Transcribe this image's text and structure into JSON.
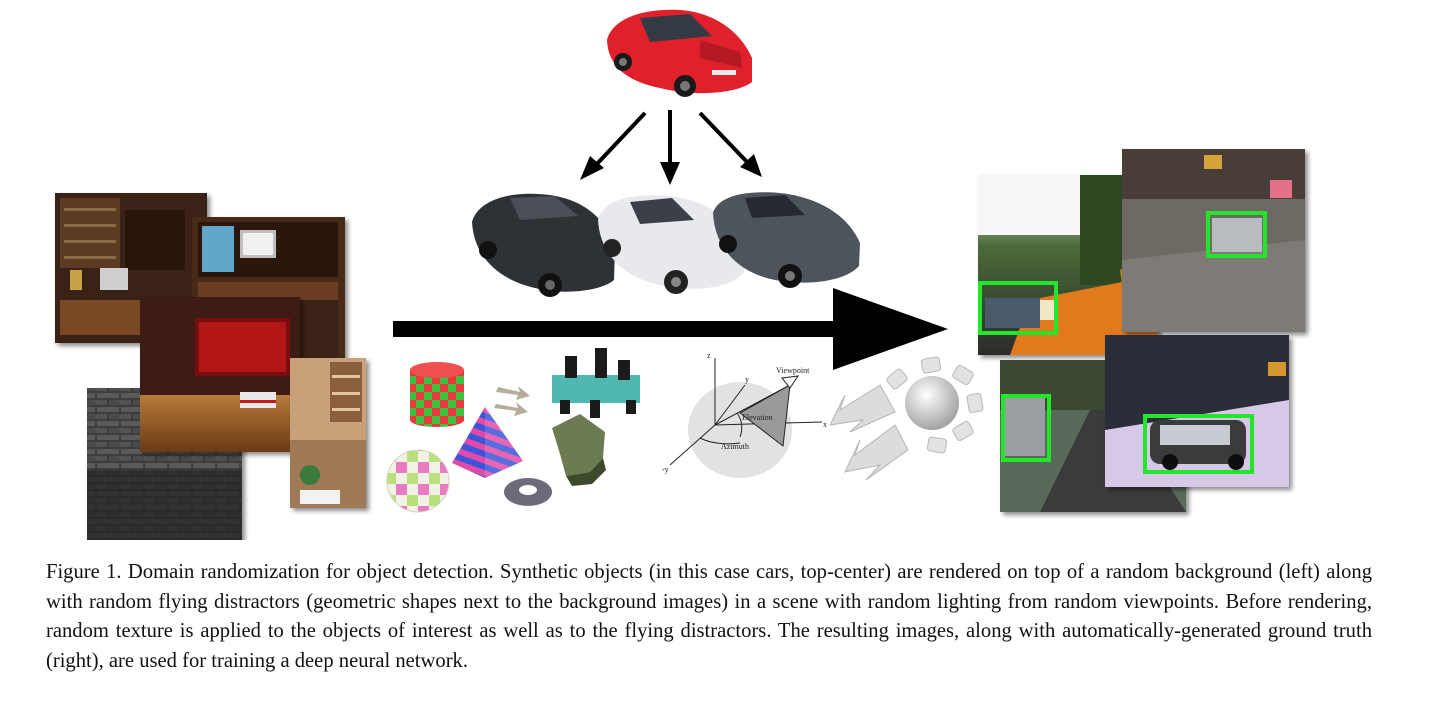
{
  "figure": {
    "caption": "Figure 1. Domain randomization for object detection. Synthetic objects (in this case cars, top-center) are rendered on top of a random background (left) along with random flying distractors (geometric shapes next to the background images) in a scene with random lighting from random viewpoints. Before rendering, random texture is applied to the objects of interest as well as to the flying distractors. The resulting images, along with automatically-generated ground truth (right), are used for training a deep neural network.",
    "diagram_labels": {
      "viewpoint": "Viewpoint",
      "elevation": "Elevation",
      "azimuth": "Azimuth",
      "axis_x": "x",
      "axis_y": "y",
      "axis_z": "z",
      "axis_neg_y": "-y"
    },
    "colors": {
      "car_red": "#e0202a",
      "bbox_green": "#22e62a",
      "arrow_black": "#000000"
    }
  }
}
